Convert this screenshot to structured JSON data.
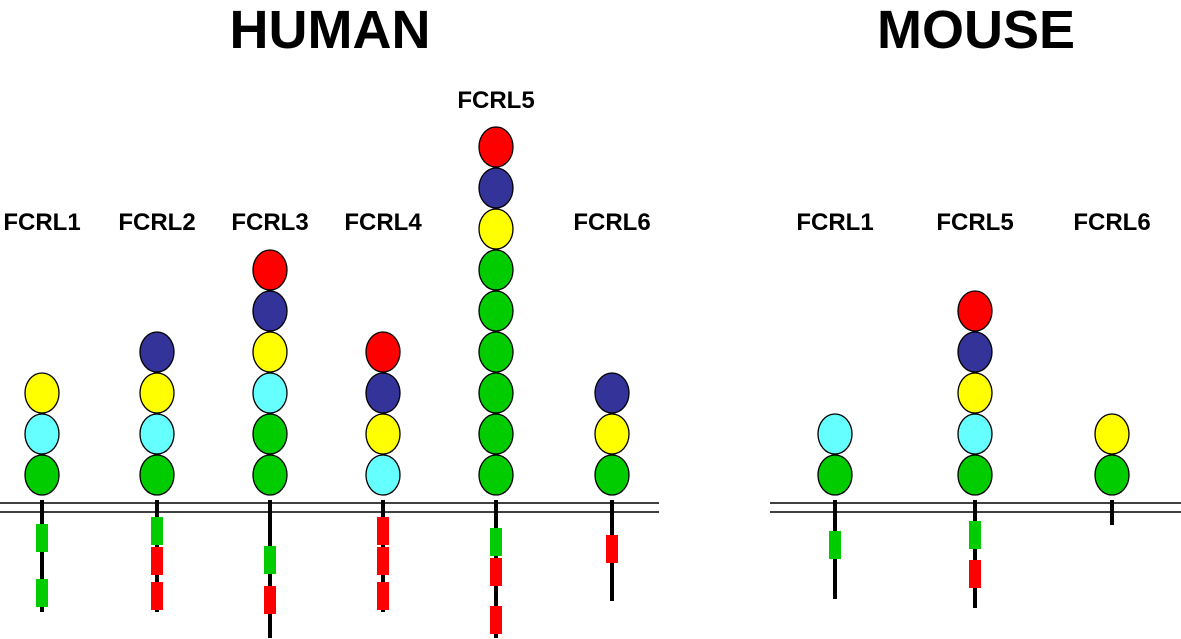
{
  "colors": {
    "red": "#ff0000",
    "blue": "#333399",
    "yellow": "#ffff00",
    "cyan": "#66ffff",
    "green": "#00cc00",
    "line": "#000000"
  },
  "groups": [
    {
      "id": "human",
      "title": "HUMAN",
      "receptors": [
        {
          "id": "h-fcrl1",
          "label": "FCRL1",
          "domains": [
            "yellow",
            "cyan",
            "green"
          ],
          "motifs": [
            "green",
            "green"
          ]
        },
        {
          "id": "h-fcrl2",
          "label": "FCRL2",
          "domains": [
            "blue",
            "yellow",
            "cyan",
            "green"
          ],
          "motifs": [
            "green",
            "red",
            "red"
          ]
        },
        {
          "id": "h-fcrl3",
          "label": "FCRL3",
          "domains": [
            "red",
            "blue",
            "yellow",
            "cyan",
            "green",
            "green"
          ],
          "motifs": [
            "green",
            "red"
          ]
        },
        {
          "id": "h-fcrl4",
          "label": "FCRL4",
          "domains": [
            "red",
            "blue",
            "yellow",
            "cyan"
          ],
          "motifs": [
            "red",
            "red",
            "red"
          ]
        },
        {
          "id": "h-fcrl5",
          "label": "FCRL5",
          "domains": [
            "red",
            "blue",
            "yellow",
            "green",
            "green",
            "green",
            "green",
            "green",
            "green"
          ],
          "motifs": [
            "green",
            "red",
            "red"
          ]
        },
        {
          "id": "h-fcrl6",
          "label": "FCRL6",
          "domains": [
            "blue",
            "yellow",
            "green"
          ],
          "motifs": [
            "red"
          ]
        }
      ]
    },
    {
      "id": "mouse",
      "title": "MOUSE",
      "receptors": [
        {
          "id": "m-fcrl1",
          "label": "FCRL1",
          "domains": [
            "cyan",
            "green"
          ],
          "motifs": [
            "green"
          ]
        },
        {
          "id": "m-fcrl5",
          "label": "FCRL5",
          "domains": [
            "red",
            "blue",
            "yellow",
            "cyan",
            "green"
          ],
          "motifs": [
            "green",
            "red"
          ]
        },
        {
          "id": "m-fcrl6",
          "label": "FCRL6",
          "domains": [
            "yellow",
            "green"
          ],
          "motifs": []
        }
      ]
    }
  ]
}
